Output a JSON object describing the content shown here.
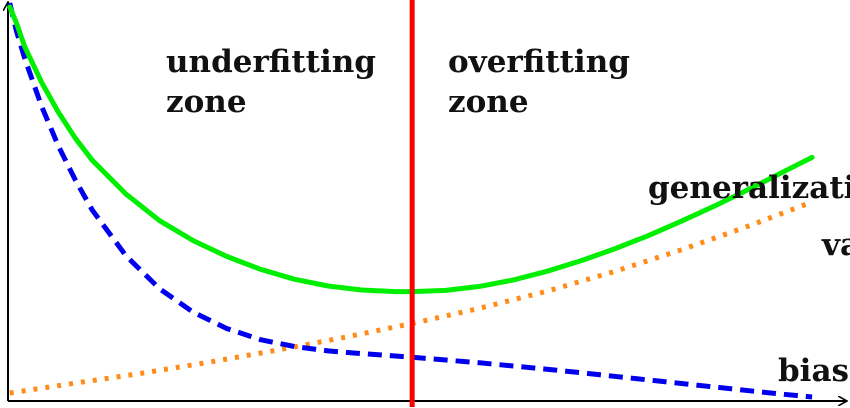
{
  "chart_data": {
    "type": "line",
    "xlim": [
      0,
      100
    ],
    "ylim": [
      0,
      100
    ],
    "x_axis": {
      "visible": true,
      "arrow": true,
      "ticks": false,
      "label": ""
    },
    "y_axis": {
      "visible": true,
      "arrow": true,
      "ticks": false,
      "label": ""
    },
    "grid": false,
    "zones": [
      {
        "label_line1": "underfitting",
        "label_line2": "zone"
      },
      {
        "label_line1": "overfitting",
        "label_line2": "zone"
      }
    ],
    "divider": {
      "x": 48,
      "color": "#ff0000",
      "style": "solid"
    },
    "series": [
      {
        "name": "generalization",
        "color": "#00ee00",
        "style": "solid",
        "x": [
          0.2,
          1,
          2,
          4,
          6,
          8,
          10,
          14,
          18,
          22,
          26,
          30,
          34,
          38,
          42,
          46,
          48,
          52,
          56,
          60,
          64,
          68,
          72,
          76,
          80,
          84,
          88,
          92,
          95.5
        ],
        "y": [
          99,
          95,
          89,
          80,
          72.5,
          66,
          60.5,
          52,
          45.3,
          40.3,
          36.3,
          33.1,
          30.6,
          28.9,
          27.9,
          27.5,
          27.5,
          27.8,
          28.8,
          30.4,
          32.6,
          35.2,
          38.2,
          41.5,
          45.2,
          49.1,
          53.2,
          57.5,
          61.2
        ]
      },
      {
        "name": "bias",
        "color": "#0000ee",
        "style": "dashed",
        "x": [
          0.2,
          1,
          2,
          4,
          6,
          8,
          10,
          14,
          18,
          22,
          26,
          30,
          34,
          38,
          42,
          46,
          48,
          52,
          56,
          60,
          64,
          68,
          72,
          76,
          80,
          84,
          88,
          92,
          95.5
        ],
        "y": [
          100,
          93,
          86,
          74,
          64,
          55.5,
          48,
          36.5,
          28.2,
          22.3,
          18.2,
          15.4,
          13.7,
          12.6,
          11.9,
          11.3,
          11,
          10.3,
          9.6,
          8.8,
          8,
          7.1,
          6.2,
          5.3,
          4.4,
          3.5,
          2.6,
          1.7,
          1
        ]
      },
      {
        "name": "variance",
        "color": "#ff8c1a",
        "style": "dotted",
        "x": [
          0.2,
          8,
          16,
          24,
          32,
          40,
          48,
          56,
          64,
          72,
          80,
          88,
          95.5
        ],
        "y": [
          2,
          4.5,
          7,
          9.8,
          12.8,
          16,
          19.5,
          23.3,
          27.6,
          32.5,
          38,
          44,
          50
        ]
      }
    ],
    "series_labels": [
      {
        "series": "generalization",
        "text": "generalization"
      },
      {
        "series": "variance",
        "text": "variance"
      },
      {
        "series": "bias",
        "text": "bias"
      }
    ]
  }
}
